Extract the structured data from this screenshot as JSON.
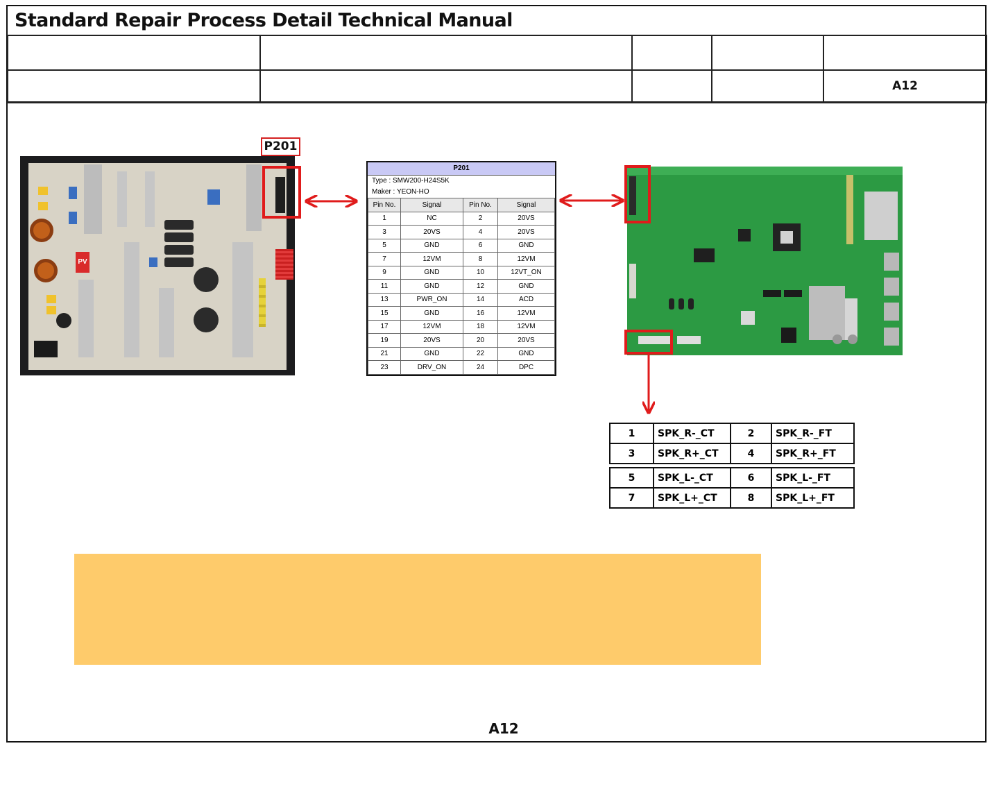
{
  "document": {
    "title": "Standard Repair Process Detail Technical Manual",
    "header_code": "A12",
    "footer_code": "A12"
  },
  "power_board": {
    "connector_label": "P201",
    "silkscreen": "PV"
  },
  "connector_table": {
    "title": "P201",
    "type_line": "Type : SMW200-H24S5K",
    "maker_line": "Maker : YEON-HO",
    "columns": [
      "Pin No.",
      "Signal",
      "Pin No.",
      "Signal"
    ],
    "rows": [
      [
        "1",
        "NC",
        "2",
        "20VS"
      ],
      [
        "3",
        "20VS",
        "4",
        "20VS"
      ],
      [
        "5",
        "GND",
        "6",
        "GND"
      ],
      [
        "7",
        "12VM",
        "8",
        "12VM"
      ],
      [
        "9",
        "GND",
        "10",
        "12VT_ON"
      ],
      [
        "11",
        "GND",
        "12",
        "GND"
      ],
      [
        "13",
        "PWR_ON",
        "14",
        "ACD"
      ],
      [
        "15",
        "GND",
        "16",
        "12VM"
      ],
      [
        "17",
        "12VM",
        "18",
        "12VM"
      ],
      [
        "19",
        "20VS",
        "20",
        "20VS"
      ],
      [
        "21",
        "GND",
        "22",
        "GND"
      ],
      [
        "23",
        "DRV_ON",
        "24",
        "DPC"
      ]
    ]
  },
  "speaker_table": {
    "rows": [
      [
        "1",
        "SPK_R-_CT",
        "2",
        "SPK_R-_FT"
      ],
      [
        "3",
        "SPK_R+_CT",
        "4",
        "SPK_R+_FT"
      ],
      [
        "5",
        "SPK_L-_CT",
        "6",
        "SPK_L-_FT"
      ],
      [
        "7",
        "SPK_L+_CT",
        "8",
        "SPK_L+_FT"
      ]
    ]
  },
  "colors": {
    "highlight_red": "#e01b1b",
    "note_fill": "#fecb6b",
    "table_title_fill": "#c9c9f5",
    "main_board_green": "#2c9a43"
  }
}
